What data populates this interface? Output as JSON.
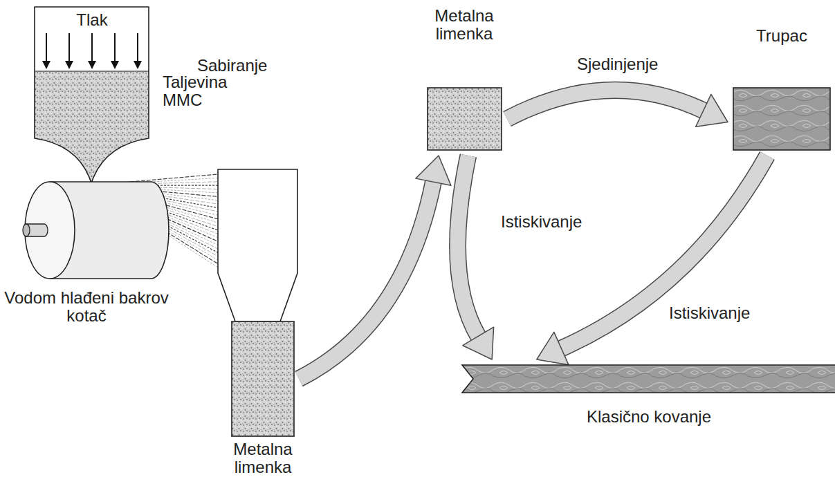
{
  "diagram": {
    "nodes": [
      {
        "text": [
          "Tlak",
          "Taljevina MMC"
        ]
      },
      {
        "text": [
          "Vodom hlađeni bakrov kotač"
        ]
      },
      {
        "text": [
          "Sabiranje"
        ]
      },
      {
        "text": [
          "Metalna limenka"
        ]
      },
      {
        "text": [
          "Metalna limenka"
        ]
      },
      {
        "text": [
          "Trupac"
        ]
      },
      {
        "text": [
          "Klasično kovanje"
        ]
      }
    ],
    "edges": [
      {
        "from": 3,
        "to": 4,
        "arrow": "to"
      },
      {
        "from": 4,
        "to": 5,
        "label": "Sjedinjenje",
        "arrow": "to"
      },
      {
        "from": 4,
        "to": 6,
        "label": "Istiskivanje",
        "arrow": "to"
      },
      {
        "from": 5,
        "to": 6,
        "label": "Istiskivanje",
        "arrow": "to"
      }
    ]
  }
}
